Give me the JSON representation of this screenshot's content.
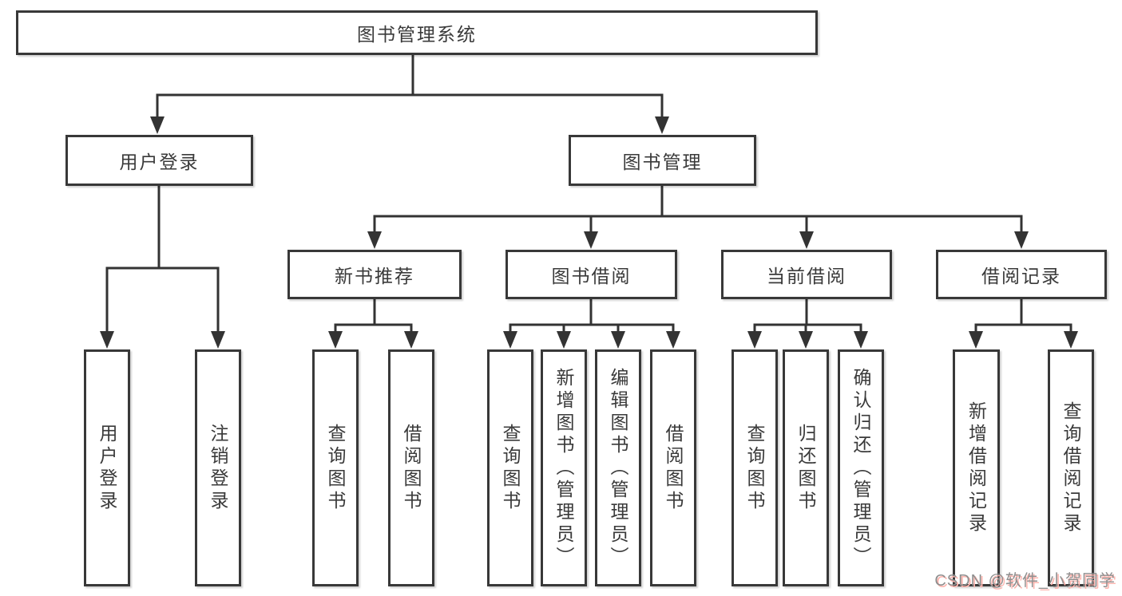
{
  "diagram_title": "图书管理系统",
  "tree": {
    "root": {
      "label": "图书管理系统",
      "children": [
        {
          "label": "用户登录",
          "children": [
            {
              "label": "用户登录"
            },
            {
              "label": "注销登录"
            }
          ]
        },
        {
          "label": "图书管理",
          "children": [
            {
              "label": "新书推荐",
              "children": [
                {
                  "label": "查询图书"
                },
                {
                  "label": "借阅图书"
                }
              ]
            },
            {
              "label": "图书借阅",
              "children": [
                {
                  "label": "查询图书"
                },
                {
                  "label": "新增图书（管理员）"
                },
                {
                  "label": "编辑图书（管理员）"
                },
                {
                  "label": "借阅图书"
                }
              ]
            },
            {
              "label": "当前借阅",
              "children": [
                {
                  "label": "查询图书"
                },
                {
                  "label": "归还图书"
                },
                {
                  "label": "确认归还（管理员）"
                }
              ]
            },
            {
              "label": "借阅记录",
              "children": [
                {
                  "label": "新增借阅记录"
                },
                {
                  "label": "查询借阅记录"
                }
              ]
            }
          ]
        }
      ]
    }
  },
  "watermark": {
    "text": "CSDN @软件_小贺同学"
  },
  "colors": {
    "line": "#333333",
    "node_border": "#383838",
    "node_text": "#3a3a3a",
    "background": "#ffffff",
    "watermark_gray": "#8f8f8f",
    "watermark_pink": "#ffb4ae"
  }
}
